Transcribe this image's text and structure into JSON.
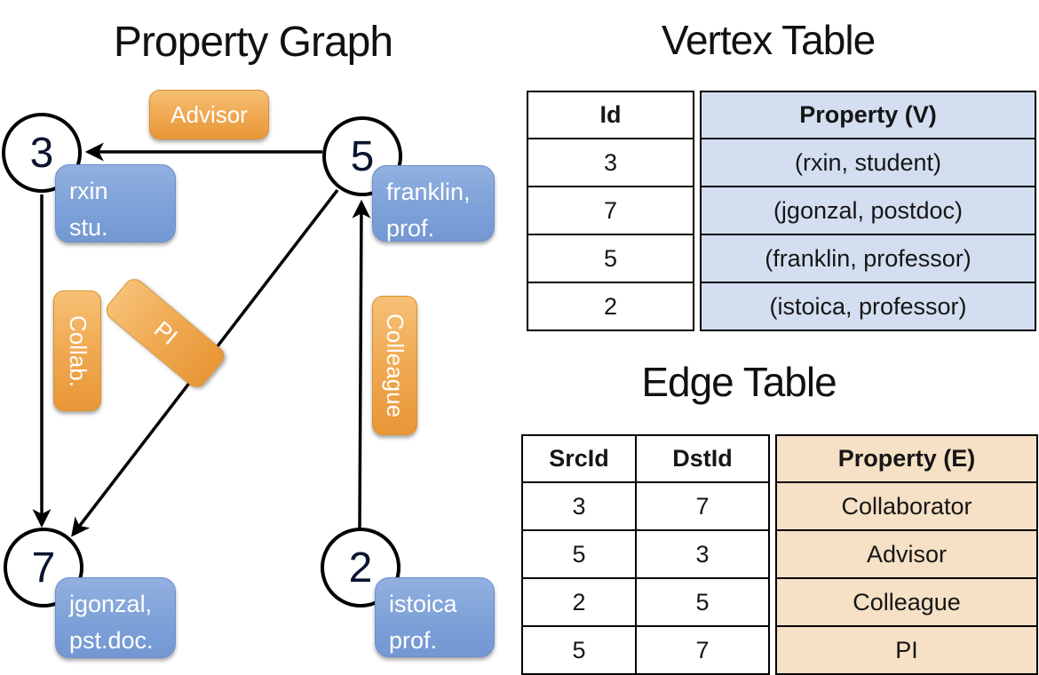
{
  "diagram": {
    "title": "Property Graph",
    "nodes": [
      {
        "id": "3"
      },
      {
        "id": "5"
      },
      {
        "id": "7"
      },
      {
        "id": "2"
      }
    ],
    "edge_labels": {
      "advisor": "Advisor",
      "collab": "Collab.",
      "pi": "PI",
      "colleague": "Colleague"
    },
    "vertex_labels": {
      "rxin": {
        "line1": "rxin",
        "line2": "stu."
      },
      "franklin": {
        "line1": "franklin,",
        "line2": "prof."
      },
      "jgonzal": {
        "line1": "jgonzal,",
        "line2": "pst.doc."
      },
      "istoica": {
        "line1": "istoica",
        "line2": "prof."
      }
    }
  },
  "vertex_table": {
    "title": "Vertex Table",
    "headers": {
      "id": "Id",
      "property": "Property (V)"
    },
    "rows": [
      {
        "id": "3",
        "property": "(rxin, student)"
      },
      {
        "id": "7",
        "property": "(jgonzal, postdoc)"
      },
      {
        "id": "5",
        "property": "(franklin, professor)"
      },
      {
        "id": "2",
        "property": "(istoica, professor)"
      }
    ]
  },
  "edge_table": {
    "title": "Edge Table",
    "headers": {
      "src": "SrcId",
      "dst": "DstId",
      "property": "Property (E)"
    },
    "rows": [
      {
        "src": "3",
        "dst": "7",
        "property": "Collaborator"
      },
      {
        "src": "5",
        "dst": "3",
        "property": "Advisor"
      },
      {
        "src": "2",
        "dst": "5",
        "property": "Colleague"
      },
      {
        "src": "5",
        "dst": "7",
        "property": "PI"
      }
    ]
  },
  "colors": {
    "edge_label_orange": "#efa74f",
    "vertex_label_blue": "#7da1d8",
    "vertex_table_highlight": "#d3dff1",
    "edge_table_highlight": "#f6e0c6",
    "graph_line": "#000000",
    "label_text": "#ffffff"
  }
}
